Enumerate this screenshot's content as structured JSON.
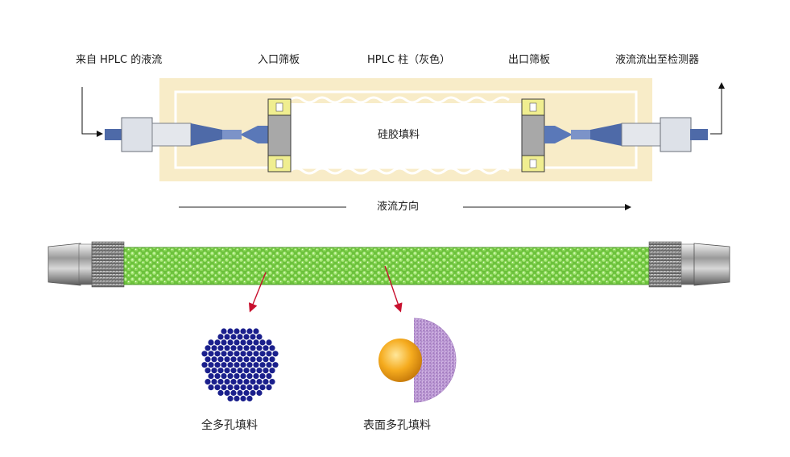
{
  "top_diagram": {
    "labels": {
      "inlet_flow": "来自 HPLC 的液流",
      "inlet_frit": "入口筛板",
      "column_title": "HPLC 柱（灰色）",
      "outlet_frit": "出口筛板",
      "outlet_flow": "液流流出至检测器",
      "packing": "硅胶填料",
      "flow_direction": "液流方向"
    },
    "colors": {
      "column_body": "#f8ecc8",
      "frit": "#f0ee90",
      "frit_center": "#a8a8a8",
      "fitting": "#d8dde4",
      "tubing": "#5a75b4"
    }
  },
  "bottom_diagram": {
    "labels": {
      "fully_porous": "全多孔填料",
      "superficially_porous": "表面多孔填料"
    },
    "colors": {
      "packing_green": "#7ed24a",
      "particle_blue": "#1a1f8c",
      "core_orange": "#f0a020",
      "shell_purple": "#c39ad8",
      "arrow_red": "#c8102e"
    }
  }
}
